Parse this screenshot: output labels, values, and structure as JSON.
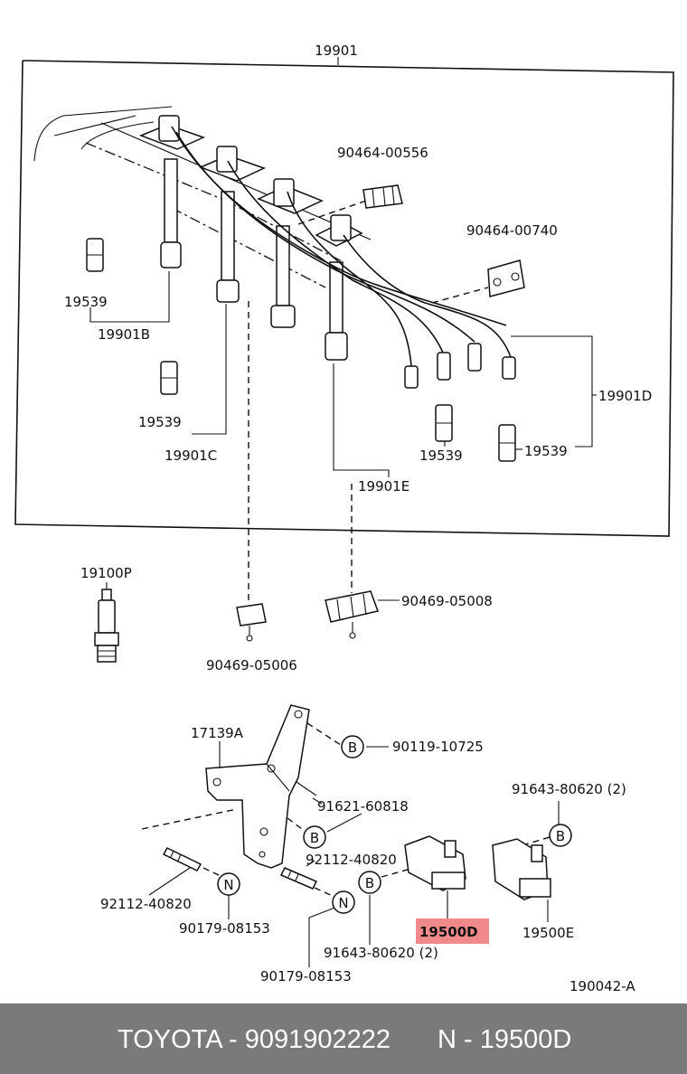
{
  "labels": {
    "assembly": "19901",
    "clamp_a": "90464-00556",
    "clamp_b": "90464-00740",
    "boot_1": "19539",
    "boot_2": "19539",
    "boot_3": "19539",
    "boot_4": "19539",
    "cord_b": "19901B",
    "cord_c": "19901C",
    "cord_d": "19901D",
    "cord_e": "19901E",
    "plug": "19100P",
    "clamp_c": "90469-05006",
    "clamp_d": "90469-05008",
    "bracket": "17139A",
    "bolt_1": "90119-10725",
    "bolt_2": "91621-60818",
    "stud_1": "92112-40820",
    "stud_2": "92112-40820",
    "nut_1": "90179-08153",
    "nut_2": "90179-08153",
    "bolt_3": "91643-80620 (2)",
    "bolt_4": "91643-80620 (2)",
    "coil_d": "19500D",
    "coil_e": "19500E",
    "figure_code": "190042-A",
    "marker_b": "B",
    "marker_n": "N"
  },
  "highlight_color": "#f08a8a",
  "footer": {
    "left": "TOYOTA - 9091902222",
    "right": "N - 19500D"
  }
}
